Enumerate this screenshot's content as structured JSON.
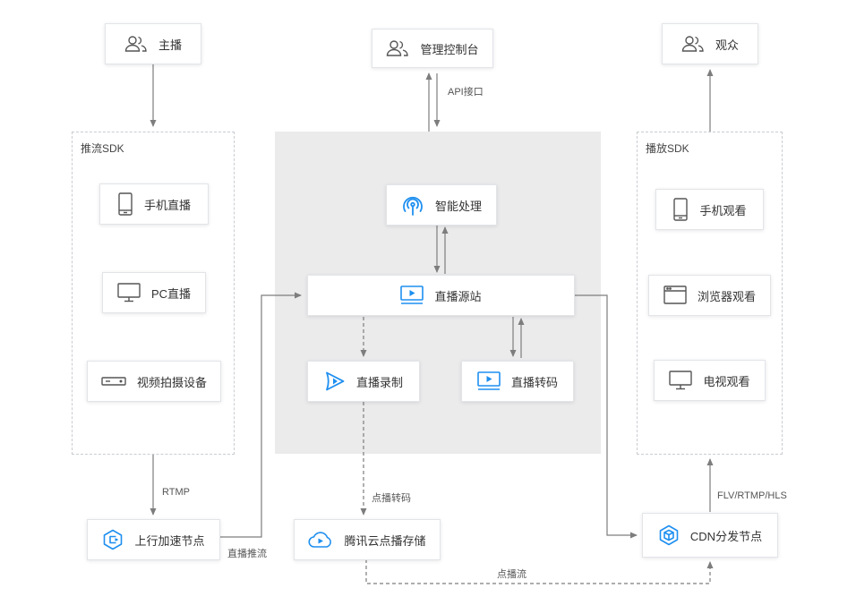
{
  "groups": {
    "push_sdk": "推流SDK",
    "play_sdk": "播放SDK"
  },
  "nodes": {
    "anchor": "主播",
    "console": "管理控制台",
    "audience": "观众",
    "mobile_live": "手机直播",
    "pc_live": "PC直播",
    "video_device": "视频拍摄设备",
    "smart_processing": "智能处理",
    "live_origin": "直播源站",
    "live_record": "直播录制",
    "live_transcode": "直播转码",
    "mobile_watch": "手机观看",
    "browser_watch": "浏览器观看",
    "tv_watch": "电视观看",
    "upstream_node": "上行加速节点",
    "vod_storage": "腾讯云点播存储",
    "cdn_node": "CDN分发节点"
  },
  "edge_labels": {
    "api": "API接口",
    "rtmp": "RTMP",
    "live_push": "直播推流",
    "vod_transcode": "点播转码",
    "vod_stream": "点播流",
    "flv": "FLV/RTMP/HLS"
  },
  "colors": {
    "accent": "#1e8ff0",
    "core_bg": "#ebebec",
    "line": "#7d7d7d"
  }
}
